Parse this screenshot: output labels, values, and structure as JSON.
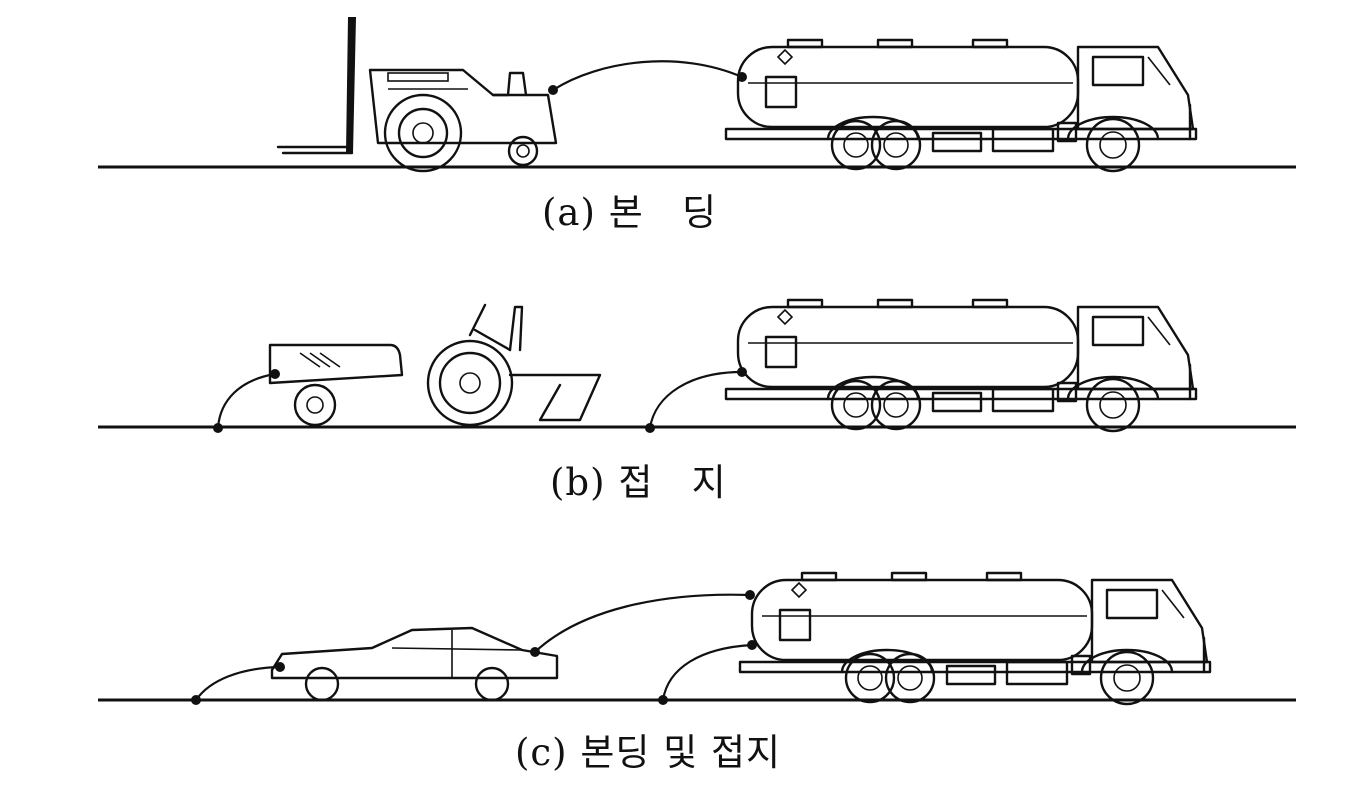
{
  "figure": {
    "panels": [
      {
        "id": "a",
        "caption": "(a) 본   딩"
      },
      {
        "id": "b",
        "caption": "(b) 접   지"
      },
      {
        "id": "c",
        "caption": "(c) 본딩 및 접지"
      }
    ]
  }
}
